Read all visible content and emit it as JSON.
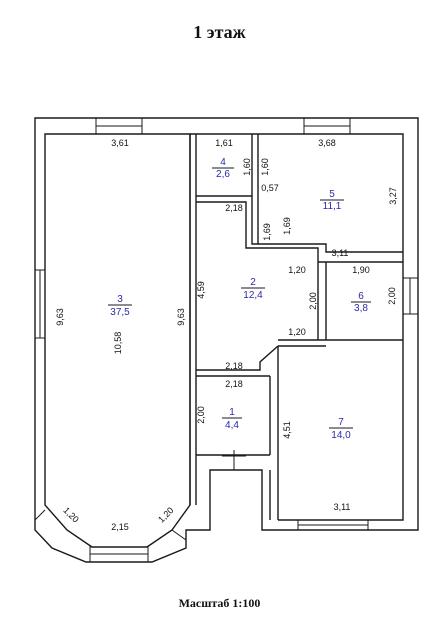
{
  "title": "1 этаж",
  "scale_label": "Масштаб 1:100",
  "rooms": [
    {
      "id": "3",
      "area": "37,5"
    },
    {
      "id": "4",
      "area": "2,6"
    },
    {
      "id": "5",
      "area": "11,1"
    },
    {
      "id": "2",
      "area": "12,4"
    },
    {
      "id": "6",
      "area": "3,8"
    },
    {
      "id": "1",
      "area": "4,4"
    },
    {
      "id": "7",
      "area": "14,0"
    }
  ],
  "dimensions": {
    "d1": "3,61",
    "d2": "1,61",
    "d3": "3,68",
    "d4": "1,60",
    "d5": "1,60",
    "d6": "0,57",
    "d7": "3,27",
    "d8": "2,18",
    "d9": "1,69",
    "d10": "1,69",
    "d11": "3,11",
    "d12": "1,20",
    "d13": "1,90",
    "d14": "9,63",
    "d15": "10,58",
    "d16": "9,63",
    "d17": "4,59",
    "d18": "2,00",
    "d19": "2,00",
    "d20": "1,20",
    "d21": "2,18",
    "d22": "2,18",
    "d23": "2,00",
    "d24": "4,51",
    "d25": "1,20",
    "d26": "2,15",
    "d27": "1,20",
    "d28": "3,11"
  },
  "colors": {
    "wall": "#1a1a1a",
    "room_label": "#2a2aa8"
  }
}
